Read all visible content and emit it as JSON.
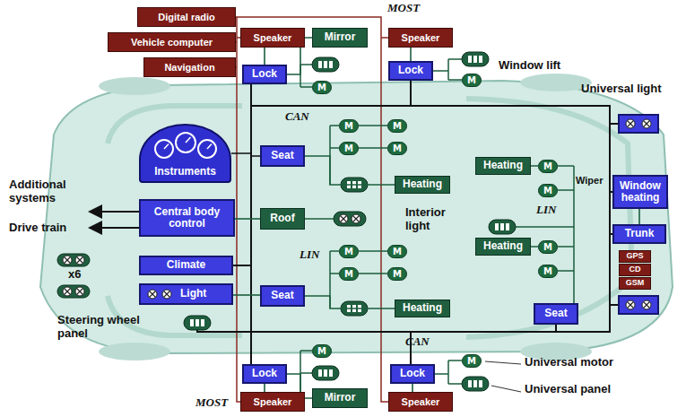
{
  "diagram": {
    "nodes": [
      {
        "text": [
          "Digital radio"
        ]
      },
      {
        "text": [
          "Vehicle computer"
        ]
      },
      {
        "text": [
          "Navigation"
        ]
      },
      {
        "text": [
          "Speaker"
        ]
      },
      {
        "text": [
          "Mirror"
        ]
      },
      {
        "text": [
          "Speaker"
        ]
      },
      {
        "text": [
          "Lock"
        ]
      },
      {
        "text": [
          "Lock"
        ]
      },
      {
        "text": [
          "Instruments"
        ]
      },
      {
        "text": [
          "Seat"
        ]
      },
      {
        "text": [
          "Heating"
        ]
      },
      {
        "text": [
          "Central body control"
        ]
      },
      {
        "text": [
          "Roof"
        ]
      },
      {
        "text": [
          "Climate"
        ]
      },
      {
        "text": [
          "Light"
        ]
      },
      {
        "text": [
          "Seat"
        ]
      },
      {
        "text": [
          "Heating"
        ]
      },
      {
        "text": [
          "Heating"
        ]
      },
      {
        "text": [
          "Heating"
        ]
      },
      {
        "text": [
          "Window heating"
        ]
      },
      {
        "text": [
          "Trunk"
        ]
      },
      {
        "text": [
          "GPS"
        ]
      },
      {
        "text": [
          "CD"
        ]
      },
      {
        "text": [
          "GSM"
        ]
      },
      {
        "text": [
          "Seat"
        ]
      },
      {
        "text": [
          "Lock"
        ]
      },
      {
        "text": [
          "Mirror"
        ]
      },
      {
        "text": [
          "Speaker"
        ]
      },
      {
        "text": [
          "Lock"
        ]
      },
      {
        "text": [
          "Speaker"
        ]
      }
    ],
    "edges": [
      {
        "from": 6,
        "to": 4,
        "arrow": "none"
      },
      {
        "from": 6,
        "to": 3,
        "arrow": "none"
      },
      {
        "from": 7,
        "to": 5,
        "arrow": "none"
      },
      {
        "from": 8,
        "to": 9,
        "arrow": "none"
      },
      {
        "from": 9,
        "to": 10,
        "arrow": "none"
      },
      {
        "from": 11,
        "to": 12,
        "arrow": "none"
      },
      {
        "from": 14,
        "to": 15,
        "arrow": "none"
      },
      {
        "from": 15,
        "to": 16,
        "arrow": "none"
      },
      {
        "from": 19,
        "to": 20,
        "arrow": "none"
      },
      {
        "from": 25,
        "to": 26,
        "arrow": "none"
      },
      {
        "from": 25,
        "to": 27,
        "arrow": "none"
      },
      {
        "from": 28,
        "to": 29,
        "arrow": "none"
      }
    ],
    "labels": [
      "MOST",
      "MOST",
      "CAN",
      "CAN",
      "LIN",
      "LIN",
      "Window lift",
      "Universal light",
      "Additional systems",
      "Drive train",
      "Interior light",
      "Wiper",
      "x6",
      "Steering wheel panel",
      "Universal motor",
      "Universal panel",
      "M",
      "M",
      "M",
      "M",
      "M",
      "M",
      "M",
      "M",
      "M",
      "M",
      "M",
      "M",
      "M",
      "M",
      "M",
      "M"
    ]
  }
}
